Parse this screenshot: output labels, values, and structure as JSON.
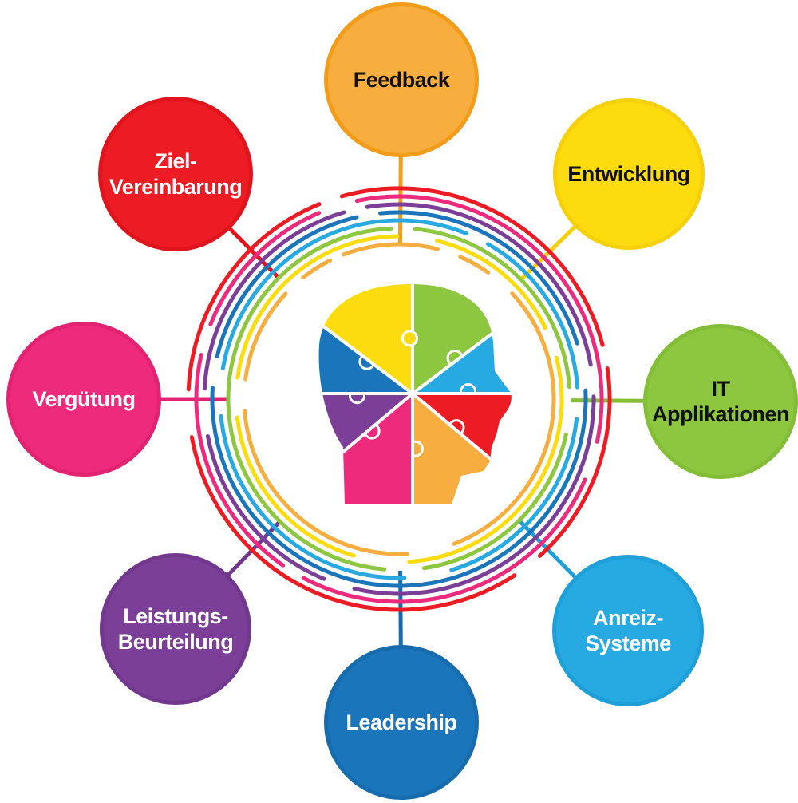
{
  "title": "Personalmanagement-Themen",
  "nodes": [
    {
      "id": "feedback",
      "label": "Feedback",
      "color": "#f7ae3f",
      "border": "#f39c1a",
      "text": "dark"
    },
    {
      "id": "entwicklung",
      "label": "Entwicklung",
      "color": "#fcdc0f",
      "border": "#f6d00a",
      "text": "dark"
    },
    {
      "id": "it",
      "label": "IT Applikationen",
      "color": "#8dc63f",
      "border": "#84bd36",
      "text": "dark"
    },
    {
      "id": "anreiz",
      "label": "Anreiz-\nSysteme",
      "color": "#27a9e1",
      "border": "#1f9fd8",
      "text": "light"
    },
    {
      "id": "leadership",
      "label": "Leadership",
      "color": "#1b75bb",
      "border": "#176cae",
      "text": "light"
    },
    {
      "id": "leistung",
      "label": "Leistungs-\nBeurteilung",
      "color": "#7b3f98",
      "border": "#72388e",
      "text": "light"
    },
    {
      "id": "verguetung",
      "label": "Vergütung",
      "color": "#ed2a7b",
      "border": "#e32272",
      "text": "light"
    },
    {
      "id": "ziel",
      "label": "Ziel-\nVereinbarung",
      "color": "#ed1c24",
      "border": "#e0141c",
      "text": "light"
    }
  ],
  "ring_colors": [
    "#ed1c24",
    "#ed2a7b",
    "#7b3f98",
    "#1b75bb",
    "#27a9e1",
    "#8dc63f",
    "#fcdc0f",
    "#f7ae3f"
  ],
  "head_colors": [
    "#8dc63f",
    "#27a9e1",
    "#ed1c24",
    "#f7ae3f",
    "#ed2a7b",
    "#7b3f98",
    "#1b75bb",
    "#fcdc0f"
  ]
}
